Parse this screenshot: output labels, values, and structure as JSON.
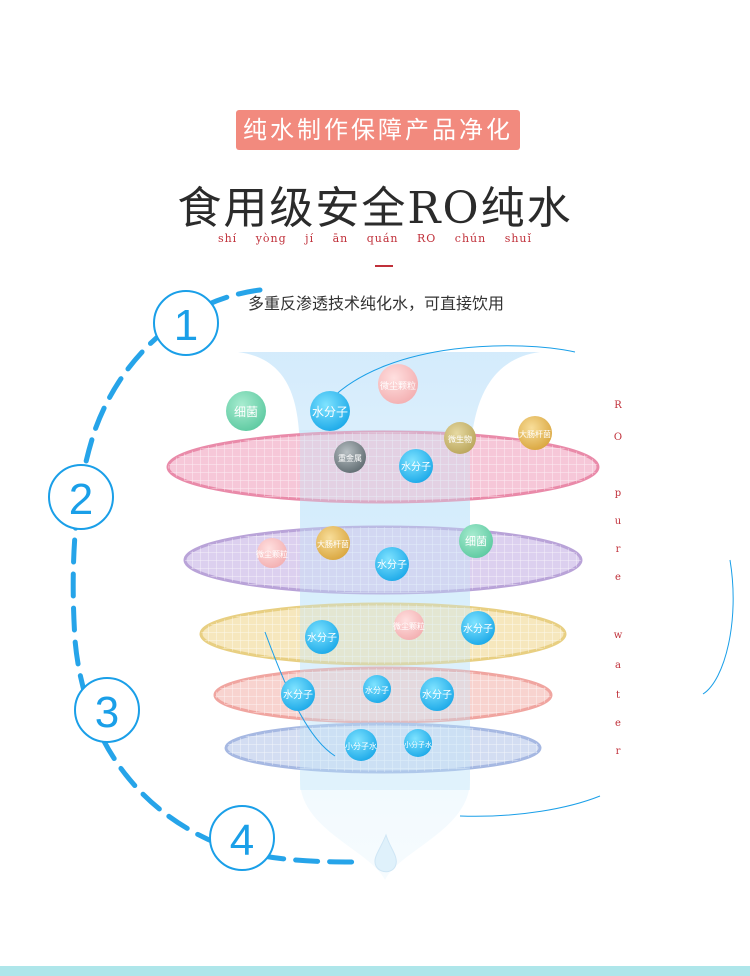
{
  "badge": "纯水制作保障产品净化",
  "title": "食用级安全RO纯水",
  "pinyin": "shí yòng jí ān quán RO chún shuǐ",
  "subtitle": "多重反渗透技术纯化水，可直接饮用",
  "steps": [
    "1",
    "2",
    "3",
    "4"
  ],
  "side_text": [
    "R",
    "O",
    "p",
    "u",
    "r",
    "e",
    "w",
    "a",
    "t",
    "e",
    "r"
  ],
  "particles": {
    "xijun": "细菌",
    "shuifenzi": "水分子",
    "weichen": "微尘颗粒",
    "weishengwu": "微生物",
    "dachang": "大肠杆菌",
    "zhongjinshu": "重金属",
    "xiaofenzi": "小分子水"
  },
  "colors": {
    "badge": "#f28a7e",
    "accent_blue": "#1a9fe8",
    "layer1": "#e98aa9",
    "layer2": "#b9a3d8",
    "layer3": "#e8cf82",
    "layer4": "#f0a5a0",
    "layer5": "#a6b8e2"
  }
}
